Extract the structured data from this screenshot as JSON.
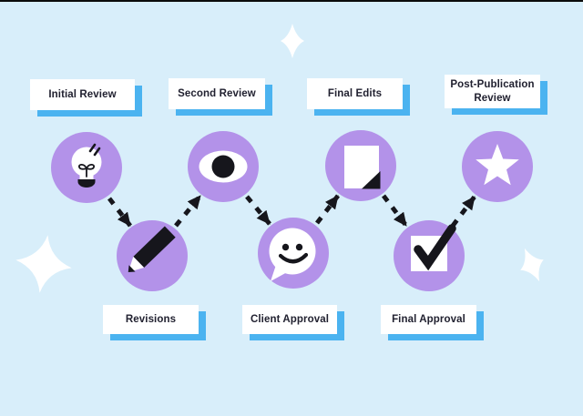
{
  "diagram": {
    "type": "workflow-timeline",
    "steps": [
      {
        "label": "Initial Review",
        "icon": "lightbulb",
        "row": "top"
      },
      {
        "label": "Revisions",
        "icon": "pencil",
        "row": "bottom"
      },
      {
        "label": "Second Review",
        "icon": "eye",
        "row": "top"
      },
      {
        "label": "Client Approval",
        "icon": "chat-bubble-smiley",
        "row": "bottom"
      },
      {
        "label": "Final Edits",
        "icon": "document-folded-corner",
        "row": "top"
      },
      {
        "label": "Final Approval",
        "icon": "checkbox-checked",
        "row": "bottom"
      },
      {
        "label": "Post-Publication Review",
        "icon": "star",
        "row": "top"
      }
    ],
    "connector_style": "dashed-arrow",
    "colors": {
      "background": "#d8eefa",
      "circle_fill": "#b392e9",
      "card_background": "#ffffff",
      "card_shadow": "#4bb3f0",
      "ink": "#16161c",
      "sparkle": "#ffffff"
    }
  }
}
